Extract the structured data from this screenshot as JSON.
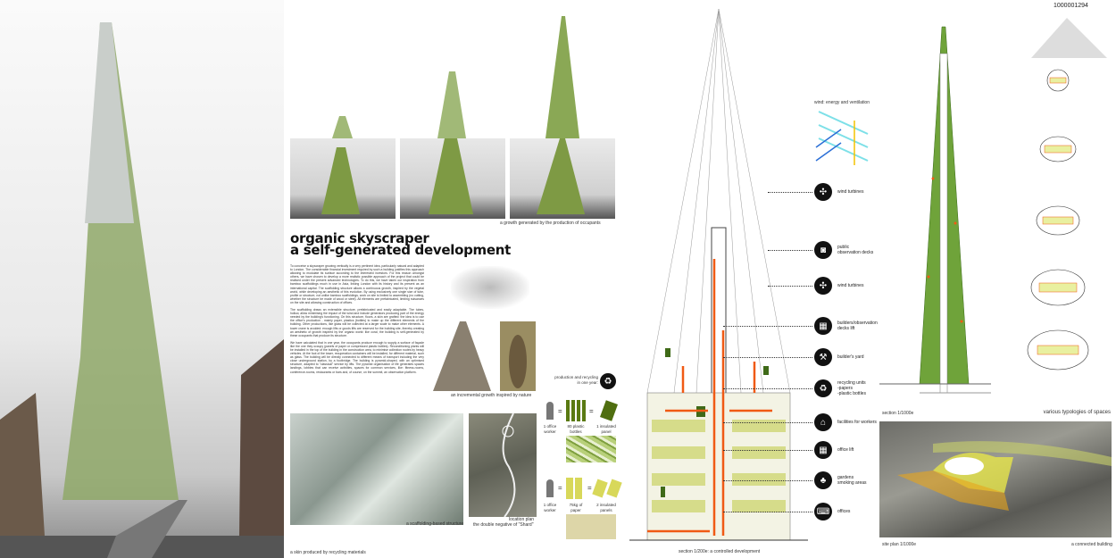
{
  "poster_id": "1000001294",
  "title_line1": "organic skyscraper",
  "title_line2": "a self-generated development",
  "body_paragraphs": [
    "To conceive a skyscraper growing vertically is a very pertinent idea, particularly natural and adapted to London. The considerable financial investment required by such a building justifies this approach allowing to modulate its surface according to the interested investors. For this reason amongst others, we have chosen to develop a more realistic possible approach of the project that could be realised under the present advanced technologies. To do this, we have taken our inspiration from bamboo scaffoldings much in use in Asia, linking London with its history and its present as an international capital. The scaffolding structure allows a continuous growth, inspired by the vegetal world, while developing an aesthetic of this evolution. By using exclusively one single size of tube, profile or structure, not unlike bamboo scaffoldings, work on site is limited to assembling (no cutting, whether the structure be made of wood or steel). All elements are prefabricated, limiting nuisances on the site and allowing construction of offices.",
    "The scaffolding draws an extensible structure, prefabricated and easily adaptable. The tubes, hollow, allow minimising the impact of the wind and include generators producing part of the energy needed by the building's functioning. On this structure, floors, a skin are grafted: the idea is to use the office's production - mainly paper, plastics (bottles) to make up the different elements of the building. Other productions, like glass will be collected at a larger scale to make other elements. A tower crane is avoided: enough lifts or goods lifts are reserved for the building site, thereby creating an aesthetic of growth inspired by the organic world: like coral, the building is self-generated by these occupants that produce its structure.",
    "We have calculated that in one year, the occupants produce enough to supply a surface of façade like the one they occupy (panels of paper or compressed plastic bottles). Reconditioning plants will be installed in the top of the building in the construction area, to minimise collection routes by heavy vehicles. At the foot of the tower, recuperation containers will be installed, for different material, such as glass. The building will be directly connected to different means of transport including the very close underground station, by a footbridge. The building is pyramid-shaped, with an optimised structure, adapted to \"classical\" service by lifts. The pyramid organisation of life generates spaces landings, lobbies that can receive activities, spaces for common services, like: fitness-rooms, conference-rooms, restaurants or bars and, of course, on the summit, an observation platform."
  ],
  "captions": {
    "growth_occupants": "a growth generated by the production of occupants",
    "incremental_growth": "an incremental growth inspired by nature",
    "scaffolding_structure": "a scaffolding-based structure",
    "skin_recycling": "a skin produced by recycling materials",
    "location_plan_1": "location plan",
    "location_plan_2": "the double negative of \"Shard\"",
    "section_200": "section 1/200e: a controlled development",
    "section_1000": "section 1/1000e",
    "typologies": "various typologies of spaces",
    "site_plan": "site plan 1/1000e",
    "connected": "a connected building"
  },
  "recycling": {
    "heading": "production and recycling\nin one year:",
    "row1": {
      "a": "1 office\nworker",
      "b": "80 plastic\nbottles",
      "c": "1 insulated\npanel"
    },
    "row2": {
      "a": "1 office\nworker",
      "b": "75kg of\npaper",
      "c": "2 insulated\npanels"
    },
    "eq": "=",
    "colors": {
      "plastic": "#5a7a12",
      "paper": "#d8d85a"
    }
  },
  "wind_diagram_label": "wind: energy and ventilation",
  "legend": [
    {
      "icon": "wind-turbine-icon",
      "glyph": "✣",
      "label": "wind turbines"
    },
    {
      "icon": "camera-icon",
      "glyph": "◙",
      "label": "public\nobservation decks"
    },
    {
      "icon": "wind-turbine-icon",
      "glyph": "✣",
      "label": "wind turbines"
    },
    {
      "icon": "lift-icon",
      "glyph": "▦",
      "label": "builders/observation\ndecks lift"
    },
    {
      "icon": "builder-icon",
      "glyph": "⚒",
      "label": "builder's yard"
    },
    {
      "icon": "recycle-icon",
      "glyph": "♻",
      "label": "recycling units\n-papers\n-plastic bottles"
    },
    {
      "icon": "house-icon",
      "glyph": "⌂",
      "label": "facilities for workers"
    },
    {
      "icon": "lift-icon",
      "glyph": "▦",
      "label": "office lift"
    },
    {
      "icon": "tree-icon",
      "glyph": "♣",
      "label": "gardens\nsmoking areas"
    },
    {
      "icon": "office-desk-icon",
      "glyph": "⌨",
      "label": "offices"
    }
  ],
  "colors": {
    "green": "#7fa83a",
    "orange": "#f05a14",
    "dark": "#111111"
  }
}
